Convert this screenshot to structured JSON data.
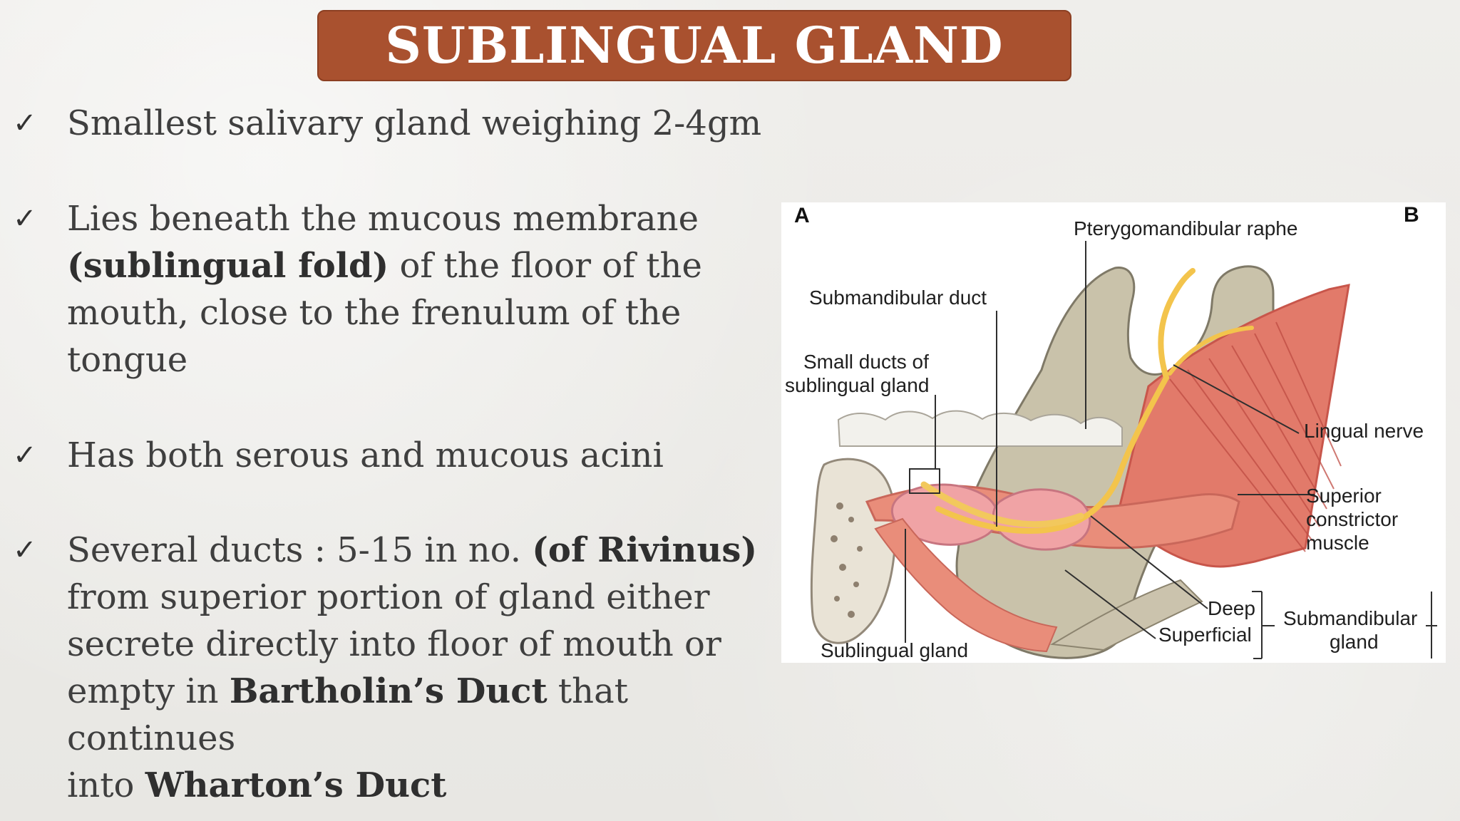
{
  "slide": {
    "title": "SUBLINGUAL GLAND",
    "bullet_check_icon": "✓",
    "bullets": [
      {
        "line1": "Smallest salivary gland weighing 2-4gm"
      },
      {
        "line1": "Lies beneath the mucous membrane",
        "line2_bold": "(sublingual fold)",
        "line2_rest": " of the floor of the",
        "line3": "mouth, close to the frenulum of the",
        "line4": "tongue"
      },
      {
        "line1": "Has both serous and mucous acini"
      },
      {
        "line1_pre": "Several ducts : 5-15 in no. ",
        "line1_bold": "(of Rivinus)",
        "line2": "from superior portion of gland either",
        "line3": "secrete directly into floor of mouth or",
        "line4_pre": "empty in ",
        "line4_bold": "Bartholin’s Duct",
        "line4_post": " that continues",
        "line5_pre": "into ",
        "line5_bold": "Wharton’s Duct"
      }
    ]
  },
  "diagram": {
    "panel_a": "A",
    "panel_b": "B",
    "labels": {
      "pterygomandibular_raphe": "Pterygomandibular raphe",
      "submandibular_duct": "Submandibular duct",
      "small_ducts_line1": "Small ducts of",
      "small_ducts_line2": "sublingual gland",
      "lingual_nerve": "Lingual nerve",
      "superior_constrictor_line1": "Superior",
      "superior_constrictor_line2": "constrictor",
      "superior_constrictor_line3": "muscle",
      "deep": "Deep",
      "superficial": "Superficial",
      "submandibular_gland_line1": "Submandibular",
      "submandibular_gland_line2": "gland",
      "sublingual_gland": "Sublingual gland"
    }
  }
}
